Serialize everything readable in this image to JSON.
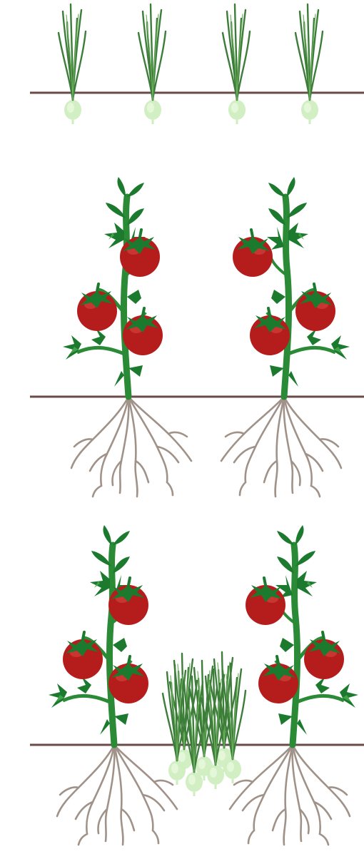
{
  "figure": {
    "panels": [
      {
        "id": "onions-alone",
        "plants": [
          "onion",
          "onion",
          "onion",
          "onion"
        ]
      },
      {
        "id": "tomatoes-alone",
        "plants": [
          "tomato",
          "tomato"
        ]
      },
      {
        "id": "tomatoes-with-onions",
        "plants": [
          "tomato",
          "onion-cluster",
          "tomato"
        ]
      }
    ],
    "colors": {
      "soil_line": "#6b4a4a",
      "leaf_dark": "#1c7a2e",
      "leaf_light": "#49a84e",
      "stem": "#2a8a35",
      "tomato": "#b51d1d",
      "tomato_highlight": "#d9493f",
      "onion_bulb": "#cfeec0",
      "onion_leaf": "#3d7d3a",
      "root": "#a09288"
    }
  }
}
